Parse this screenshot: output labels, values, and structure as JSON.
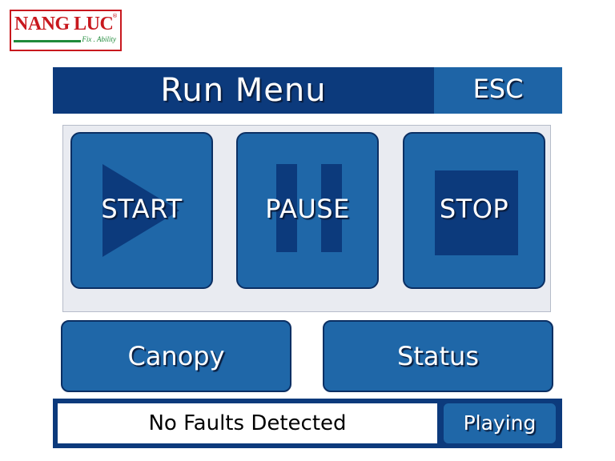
{
  "logo": {
    "brand": "NANG LUC",
    "registered": "®",
    "tagline": "Fix . Ability",
    "colors": {
      "primary": "#c8181e",
      "secondary": "#1f8a3a"
    }
  },
  "header": {
    "title": "Run Menu",
    "esc_label": "ESC"
  },
  "controls": {
    "start": {
      "label": "START",
      "icon": "play-icon"
    },
    "pause": {
      "label": "PAUSE",
      "icon": "pause-icon"
    },
    "stop": {
      "label": "STOP",
      "icon": "stop-icon"
    }
  },
  "actions": {
    "canopy_label": "Canopy",
    "status_label": "Status"
  },
  "status_bar": {
    "fault_message": "No Faults Detected",
    "state": "Playing"
  },
  "colors": {
    "dark_blue": "#0c3a7c",
    "button_blue": "#1f67a8",
    "frame_bg": "#e9ebf1"
  }
}
